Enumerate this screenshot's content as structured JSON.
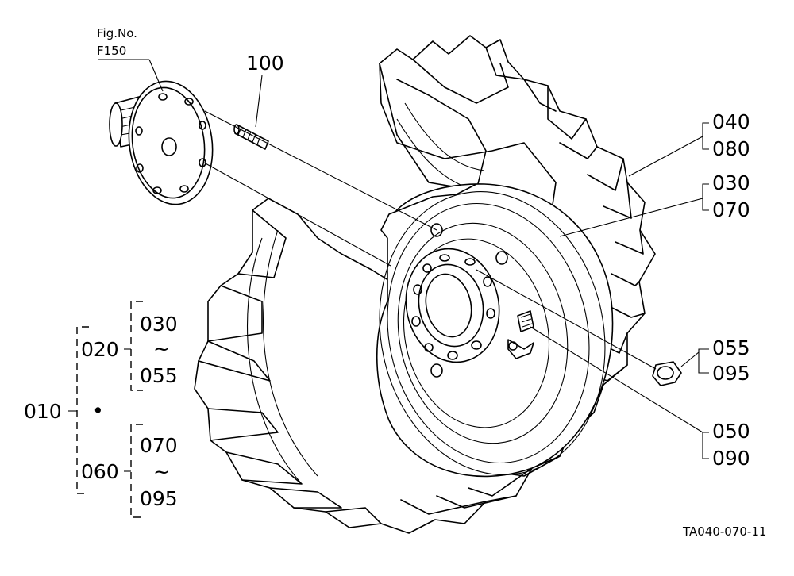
{
  "figure_reference": {
    "line1": "Fig.No.",
    "line2": "F150"
  },
  "callouts": {
    "stud": "100",
    "tire_a": "040",
    "tire_b": "080",
    "rim_a": "030",
    "rim_b": "070",
    "nut_a": "055",
    "nut_b": "095",
    "valve_a": "050",
    "valve_b": "090"
  },
  "assembly_tree": {
    "root": "010",
    "dot": "•",
    "group1": {
      "id": "020",
      "from": "030",
      "tilde": "~",
      "to": "055"
    },
    "group2": {
      "id": "060",
      "from": "070",
      "tilde": "~",
      "to": "095"
    }
  },
  "drawing_code": "TA040-070-11"
}
